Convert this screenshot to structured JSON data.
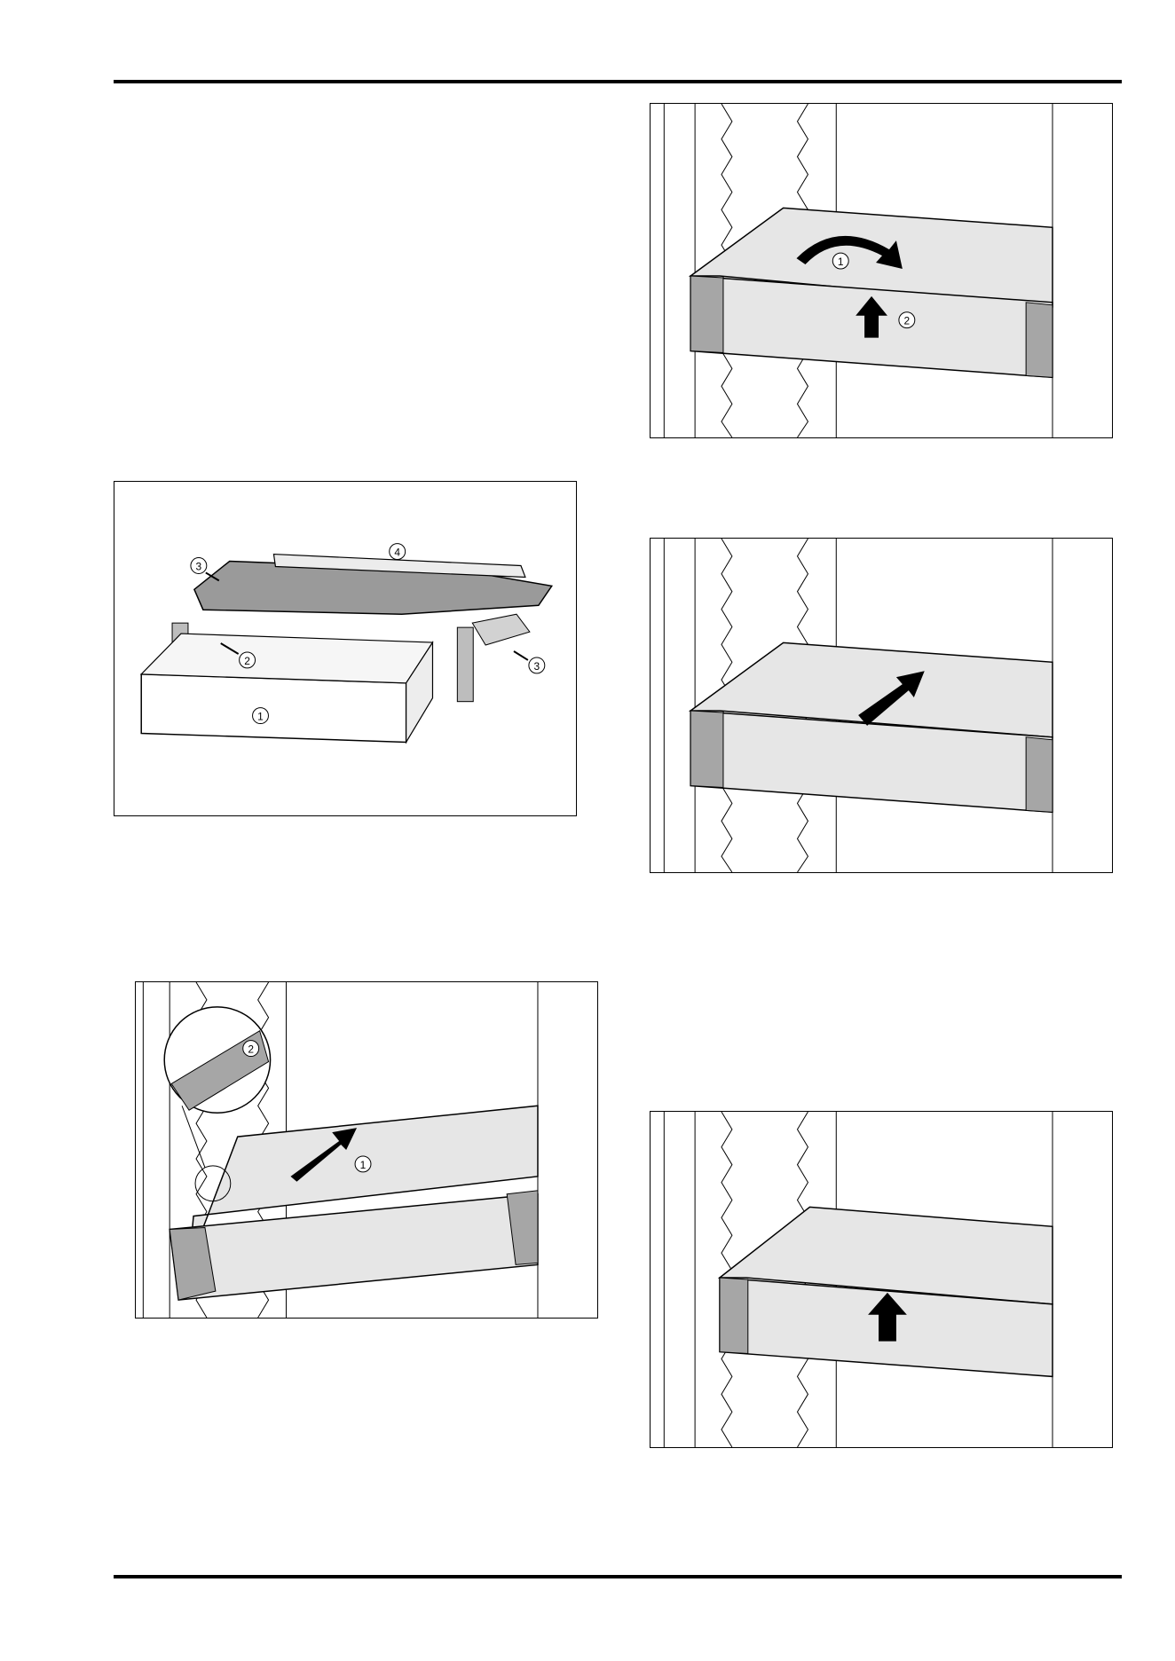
{
  "figures": {
    "drawer_assembly": {
      "callouts": [
        "1",
        "2",
        "3",
        "3",
        "4"
      ]
    },
    "install_step_1": {
      "callouts": [
        "1",
        "2"
      ]
    },
    "remove_step_1": {
      "callouts": [
        "1",
        "2"
      ]
    },
    "remove_step_2": {
      "callouts": []
    },
    "insert_step": {
      "callouts": []
    }
  },
  "colors": {
    "panel_dark": "#a6a6a6",
    "panel_light": "#e6e6e6",
    "glass": "#9a9a9a",
    "line": "#000000"
  },
  "footer": {
    "small_text": ""
  }
}
